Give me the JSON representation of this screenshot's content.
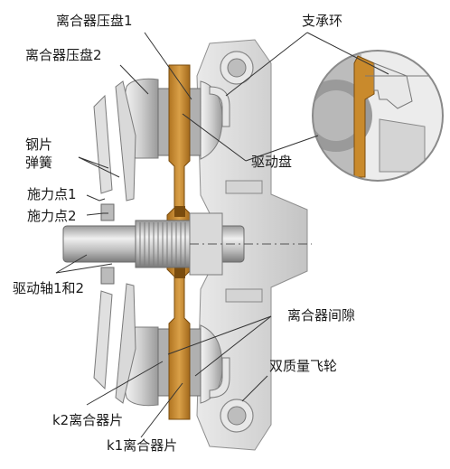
{
  "labels": {
    "pressure_plate_1": "离合器压盘1",
    "pressure_plate_2": "离合器压盘2",
    "support_ring": "支承环",
    "steel_spring": "钢片\n弹簧",
    "force_point_1": "施力点1",
    "force_point_2": "施力点2",
    "drive_disc": "驱动盘",
    "drive_shafts": "驱动轴1和2",
    "clutch_gap": "离合器间隙",
    "dual_mass_flywheel": "双质量飞轮",
    "k2_clutch_disc": "k2离合器片",
    "k1_clutch_disc": "k1离合器片"
  },
  "colors": {
    "drive_disc": "#c98a2c",
    "drive_disc_dark": "#8a5a14",
    "metal_light": "#ececec",
    "metal_mid": "#c9c9c9",
    "metal_dark": "#8f8f8f",
    "housing": "#d8d8d8",
    "leader": "#333333"
  }
}
